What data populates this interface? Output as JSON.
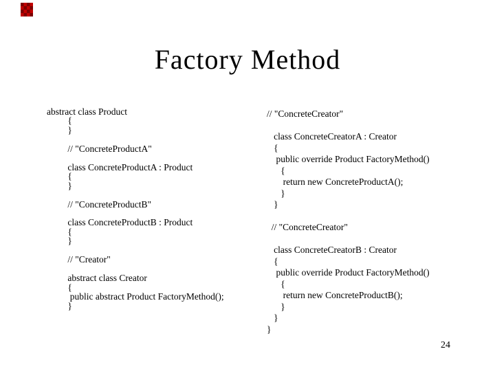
{
  "slide": {
    "title": "Factory Method",
    "page_number": "24",
    "colors": {
      "background": "#ffffff",
      "text": "#000000",
      "logo_red_bright": "#c00000",
      "logo_red_dark": "#7d0000"
    },
    "code_columns": {
      "left_lines": [
        "abstract class Product",
        "         {",
        "         }",
        "",
        "         // \"ConcreteProductA\"",
        "",
        "         class ConcreteProductA : Product",
        "         {",
        "         }",
        "",
        "         // \"ConcreteProductB\"",
        "",
        "         class ConcreteProductB : Product",
        "         {",
        "         }",
        "",
        "         // \"Creator\"",
        "",
        "         abstract class Creator",
        "         {",
        "          public abstract Product FactoryMethod();",
        "         }"
      ],
      "right_lines": [
        "// \"ConcreteCreator\"",
        "",
        "   class ConcreteCreatorA : Creator",
        "   {",
        "    public override Product FactoryMethod()",
        "      {",
        "       return new ConcreteProductA();",
        "      }",
        "   }",
        "",
        "  // \"ConcreteCreator\"",
        "",
        "   class ConcreteCreatorB : Creator",
        "   {",
        "    public override Product FactoryMethod()",
        "      {",
        "       return new ConcreteProductB();",
        "      }",
        "   }",
        "}"
      ]
    }
  }
}
